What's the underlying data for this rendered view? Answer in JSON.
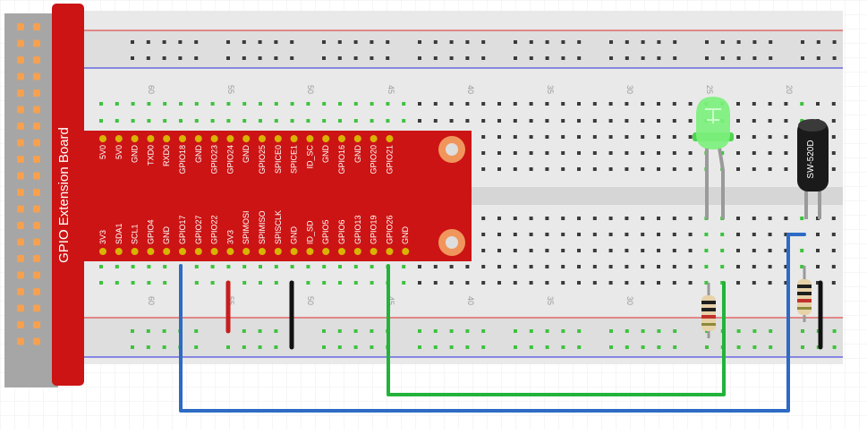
{
  "board": {
    "title": "GPIO Extension Board",
    "top_pins": [
      "5V0",
      "5V0",
      "GND",
      "TXD0",
      "RXD0",
      "GPIO18",
      "GND",
      "GPIO23",
      "GPIO24",
      "GND",
      "GPIO25",
      "SPICE0",
      "SPICE1",
      "ID_SC",
      "GND",
      "GPIO16",
      "GND",
      "GPIO20",
      "GPIO21"
    ],
    "bottom_pins": [
      "3V3",
      "SDA1",
      "SCL1",
      "GPIO4",
      "GND",
      "GPIO17",
      "GPIO27",
      "GPIO22",
      "3V3",
      "SPIMOSI",
      "SPIMISO",
      "SPISCLK",
      "GND",
      "ID_SD",
      "GPIO5",
      "GPIO6",
      "GPIO13",
      "GPIO19",
      "GPIO26",
      "GND"
    ]
  },
  "breadboard": {
    "column_numbers_top": [
      "60",
      "55",
      "50",
      "45",
      "40",
      "35",
      "30",
      "25",
      "20"
    ],
    "column_numbers_bottom": [
      "60",
      "55",
      "50",
      "45",
      "40",
      "35",
      "30"
    ]
  },
  "components": {
    "switch_label": "SW-520D"
  },
  "colors": {
    "board_red": "#cc1414",
    "header_gray": "#a6a6a6",
    "pin_orange": "#f7a04e",
    "breadboard": "#e9e9e9",
    "hole": "#3a3a3a",
    "hole_green": "#3ec23e",
    "rail_red": "#e05050",
    "rail_blue": "#5050e0",
    "wire_blue": "#2d6bc4",
    "wire_green": "#22b33a",
    "wire_red": "#c81e1e",
    "wire_black": "#111111",
    "led_green": "#7cf07c",
    "switch_body": "#1a1a1a"
  }
}
